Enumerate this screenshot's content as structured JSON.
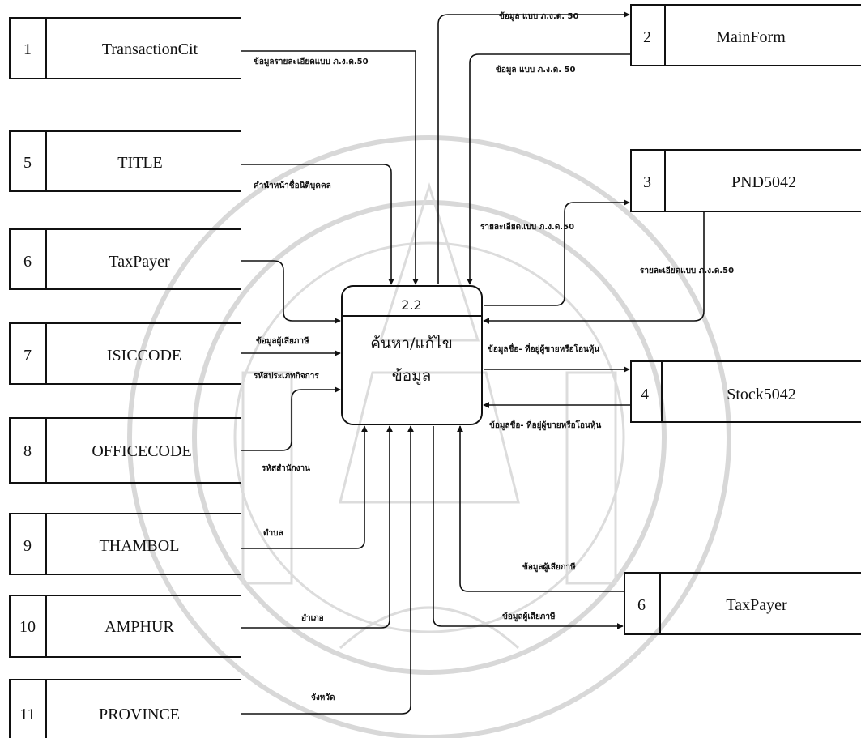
{
  "process": {
    "id": "2.2",
    "name_line1": "ค้นหา/แก้ไข",
    "name_line2": "ข้อมูล"
  },
  "stores": {
    "transaction": {
      "num": "1",
      "name": "TransactionCit"
    },
    "mainform": {
      "num": "2",
      "name": "MainForm"
    },
    "pnd5042": {
      "num": "3",
      "name": "PND5042"
    },
    "stock5042": {
      "num": "4",
      "name": "Stock5042"
    },
    "title": {
      "num": "5",
      "name": "TITLE"
    },
    "taxpayer_left": {
      "num": "6",
      "name": "TaxPayer"
    },
    "taxpayer_right": {
      "num": "6",
      "name": "TaxPayer"
    },
    "isiccode": {
      "num": "7",
      "name": "ISICCODE"
    },
    "officecode": {
      "num": "8",
      "name": "OFFICECODE"
    },
    "thambol": {
      "num": "9",
      "name": "THAMBOL"
    },
    "amphur": {
      "num": "10",
      "name": "AMPHUR"
    },
    "province": {
      "num": "11",
      "name": "PROVINCE"
    }
  },
  "flows": {
    "transaction": "ข้อมูลรายละเอียดแบบ ภ.ง.ด.50",
    "to_mainform": "ข้อมูล แบบ ภ.ง.ด. 50",
    "from_mainform": "ข้อมูล แบบ ภ.ง.ด. 50",
    "title": "คำนำหน้าชื่อนิติบุคคล",
    "to_pnd": "รายละเอียดแบบ ภ.ง.ด.50",
    "from_pnd": "รายละเอียดแบบ ภ.ง.ด.50",
    "taxpayer_left": "ข้อมูลผู้เสียภาษี",
    "isic": "รหัสประเภทกิจการ",
    "to_stock": "ข้อมูลชื่อ- ที่อยู่ผู้ขายหรือโอนหุ้น",
    "from_stock": "ข้อมูลชื่อ- ที่อยู่ผู้ขายหรือโอนหุ้น",
    "office": "รหัสสำนักงาน",
    "thambol": "ตำบล",
    "taxpayer_right_in": "ข้อมูลผู้เสียภาษี",
    "taxpayer_right_out": "ข้อมูลผู้เสียภาษี",
    "amphur": "อำเภอ",
    "province": "จังหวัด"
  }
}
